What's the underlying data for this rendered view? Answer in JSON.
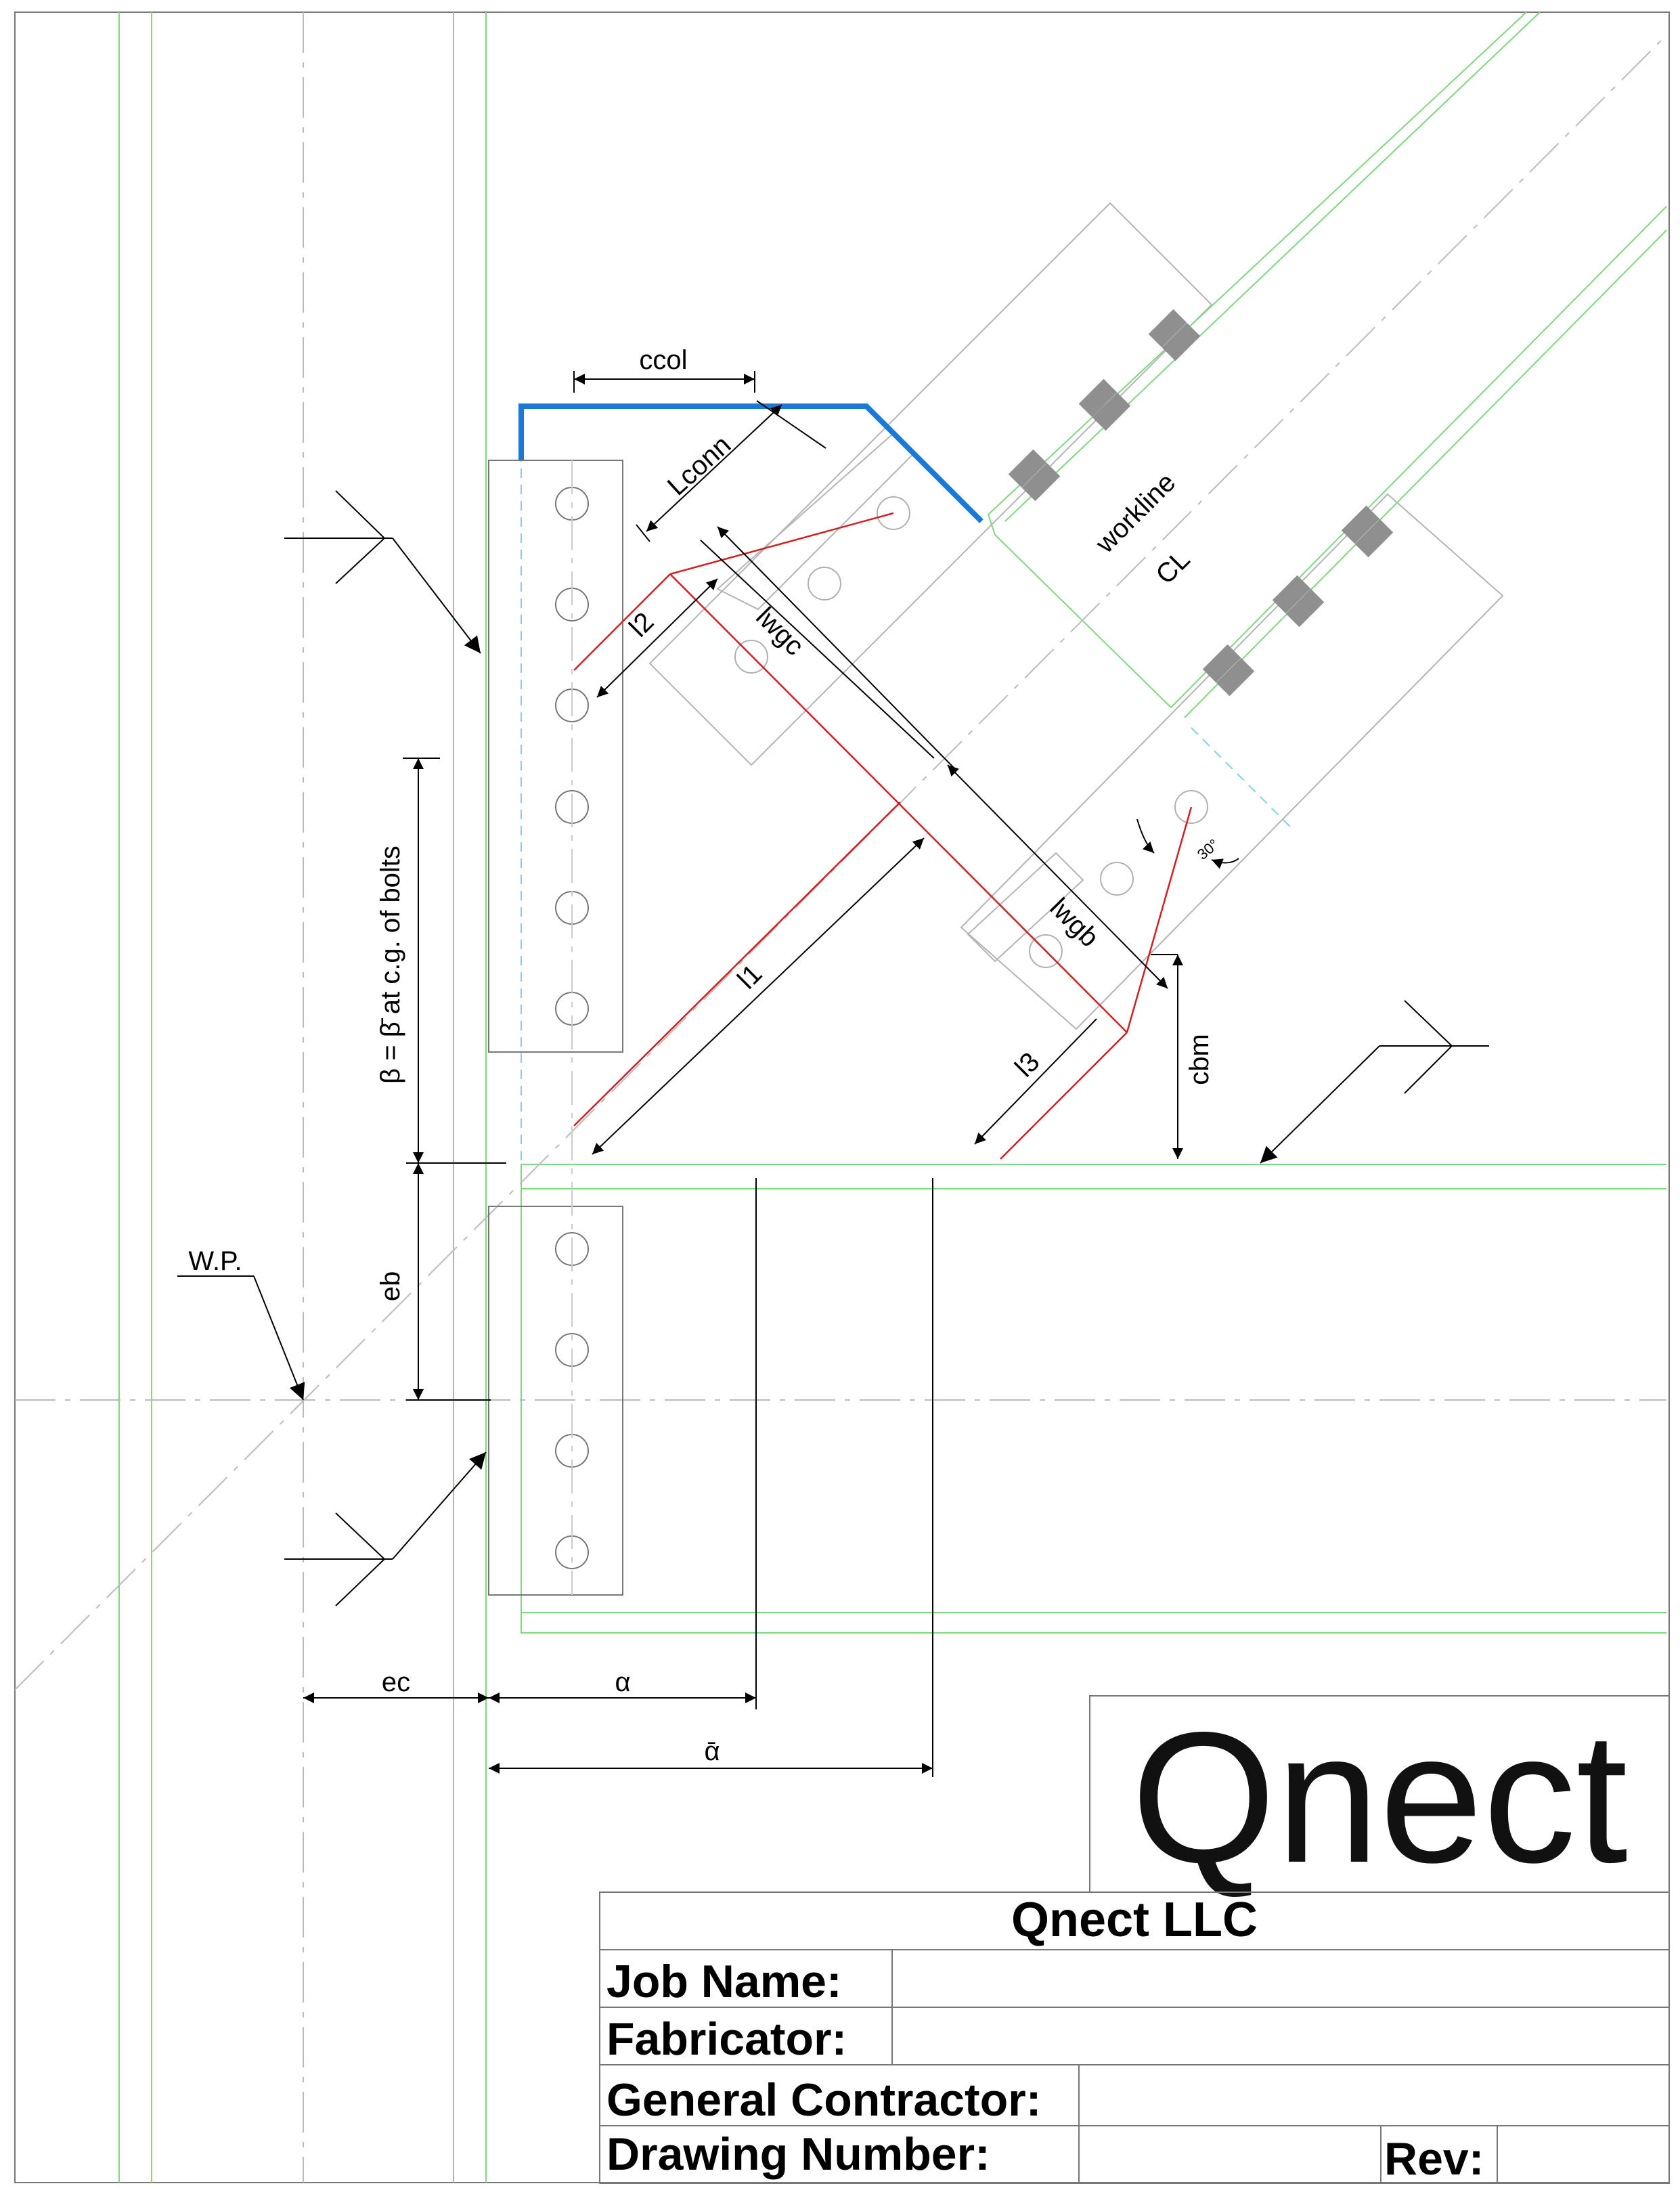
{
  "labels": {
    "ccol": "ccol",
    "lconn": "Lconn",
    "l2": "l2",
    "lwgc": "lwgc",
    "lwgb": "lwgb",
    "l1": "l1",
    "l3": "l3",
    "cbm": "cbm",
    "angle": "30°",
    "workline": "workline",
    "cl": "CL",
    "beta": "β = β̄ at c.g. of bolts",
    "eb": "eb",
    "wp": "W.P.",
    "ec": "ec",
    "alpha": "α",
    "alpha_bar": "ᾱ"
  },
  "logo": {
    "text": "Qnect"
  },
  "title_block": {
    "company": "Qnect LLC",
    "job_name_label": "Job Name:",
    "fabricator_label": "Fabricator:",
    "general_contractor_label": "General Contractor:",
    "drawing_number_label": "Drawing Number:",
    "rev_label": "Rev:"
  },
  "colors": {
    "gusset_outline": "#1a78d8",
    "member_lines": "#7ed87e",
    "weld_lines": "#d22020",
    "bolt_pads": "#909090",
    "construction": "#b4b4b4"
  }
}
